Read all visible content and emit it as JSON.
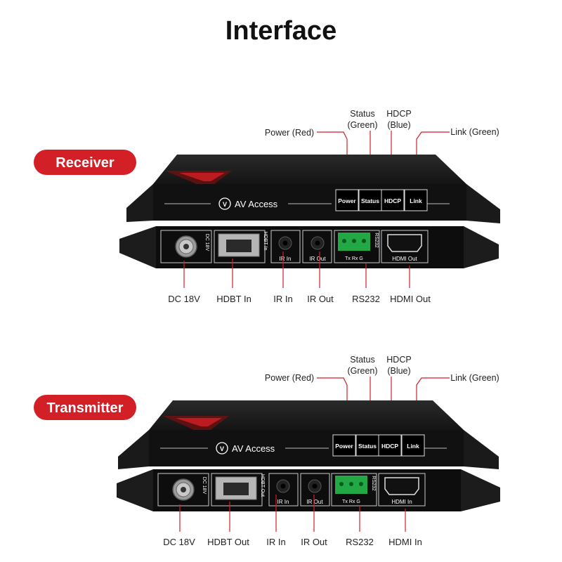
{
  "title": "Interface",
  "brand": "AV Access",
  "accent_color": "#d31f26",
  "receiver": {
    "badge": "Receiver",
    "top": {
      "power": "Power (Red)",
      "status1": "Status",
      "status2": "(Green)",
      "hdcp1": "HDCP",
      "hdcp2": "(Blue)",
      "link": "Link (Green)"
    },
    "buttons": {
      "power": "Power",
      "status": "Status",
      "hdcp": "HDCP",
      "link": "Link"
    },
    "panel": {
      "dc": "DC 18V",
      "hdbt": "HDBT In",
      "ir_in": "IR In",
      "ir_out": "IR Out",
      "rs232": "RS232",
      "txrxg": "Tx  Rx  G",
      "hdmi": "HDMI Out"
    },
    "bottom": {
      "dc": "DC 18V",
      "hdbt": "HDBT In",
      "ir_in": "IR In",
      "ir_out": "IR Out",
      "rs232": "RS232",
      "hdmi": "HDMI Out"
    }
  },
  "transmitter": {
    "badge": "Transmitter",
    "top": {
      "power": "Power (Red)",
      "status1": "Status",
      "status2": "(Green)",
      "hdcp1": "HDCP",
      "hdcp2": "(Blue)",
      "link": "Link (Green)"
    },
    "buttons": {
      "power": "Power",
      "status": "Status",
      "hdcp": "HDCP",
      "link": "Link"
    },
    "panel": {
      "dc": "DC 18V",
      "hdbt": "HDBT Out",
      "ir_in": "IR In",
      "ir_out": "IR Out",
      "rs232": "RS232",
      "txrxg": "Tx  Rx  G",
      "hdmi": "HDMI In"
    },
    "bottom": {
      "dc": "DC 18V",
      "hdbt": "HDBT Out",
      "ir_in": "IR In",
      "ir_out": "IR Out",
      "rs232": "RS232",
      "hdmi": "HDMI In"
    }
  }
}
